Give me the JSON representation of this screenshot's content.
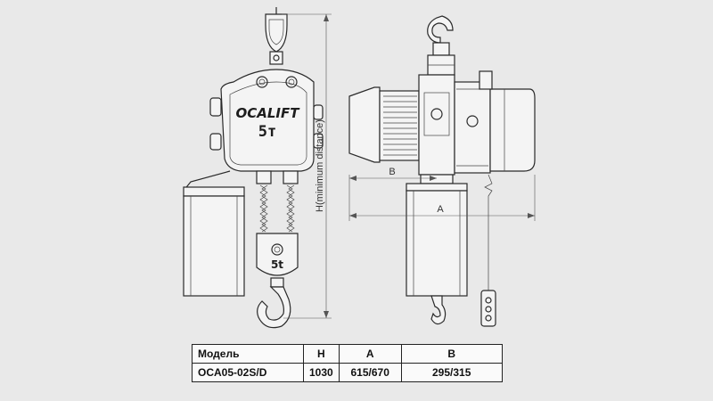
{
  "drawing": {
    "brand": "OCALIFT",
    "capacity_label": "5т",
    "hook_capacity_label": "5t",
    "dimension_labels": {
      "H": "H(minimum distance)",
      "A": "A",
      "B": "B"
    }
  },
  "spec_table": {
    "headers": [
      "Модель",
      "H",
      "A",
      "B"
    ],
    "rows": [
      [
        "OCA05-02S/D",
        "1030",
        "615/670",
        "295/315"
      ]
    ]
  }
}
